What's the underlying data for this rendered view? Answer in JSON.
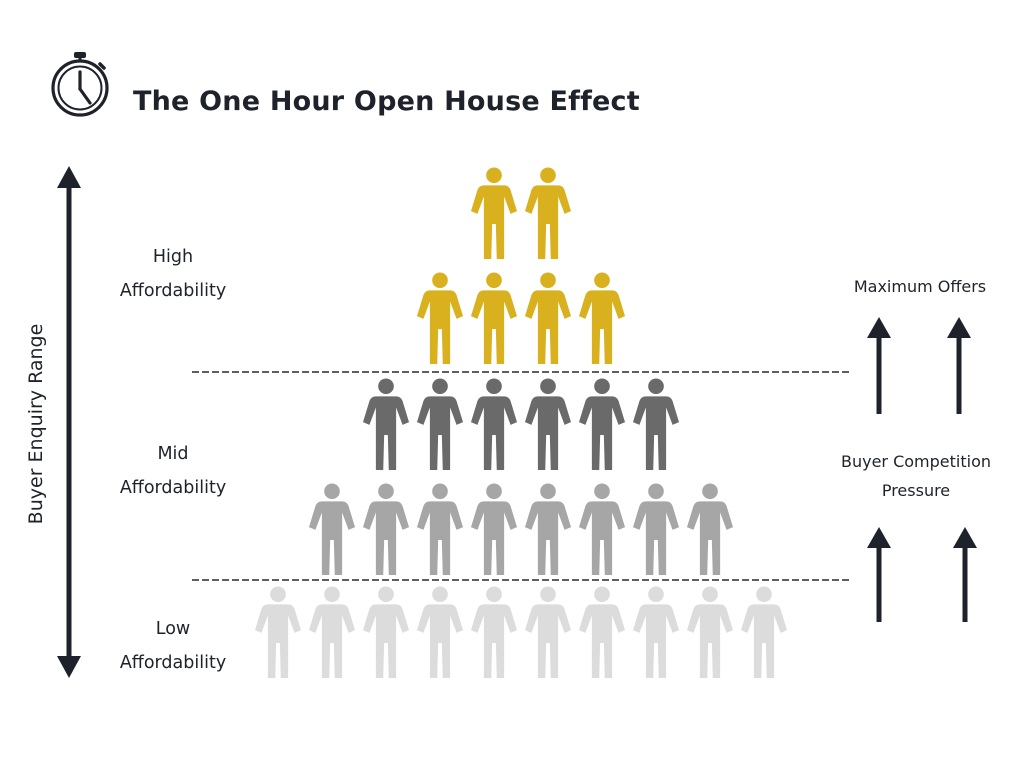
{
  "title": "The One Hour Open House Effect",
  "axis_label": "Buyer Enquiry Range",
  "tiers": [
    {
      "line1": "High",
      "line2": "Affordability",
      "color": "#d9b01e",
      "rows": [
        2,
        4
      ]
    },
    {
      "line1": "Mid",
      "line2": "Affordability",
      "color_dark": "#6a6a6a",
      "color_light": "#a6a6a6",
      "rows": [
        6,
        8
      ]
    },
    {
      "line1": "Low",
      "line2": "Affordability",
      "color": "#dcdcdc",
      "rows": [
        10
      ]
    }
  ],
  "right_labels": {
    "top": "Maximum Offers",
    "middle_line1": "Buyer Competition",
    "middle_line2": "Pressure"
  },
  "icons": {
    "timer": "stopwatch-icon",
    "person": "person-icon",
    "arrow": "arrow-up-icon",
    "axis": "double-arrow-icon"
  }
}
